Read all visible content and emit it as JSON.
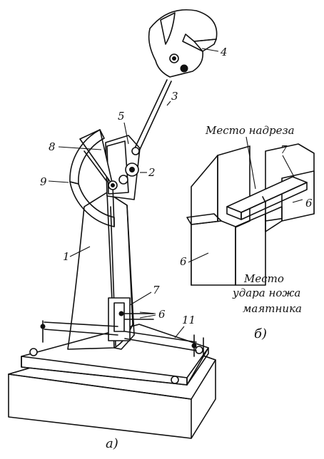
{
  "figure_a": {
    "part_labels": [
      "1",
      "2",
      "3",
      "4",
      "5",
      "6",
      "7",
      "8",
      "9",
      "11"
    ],
    "caption": "а)"
  },
  "figure_b": {
    "notch_label": "Место надреза",
    "impact_label_line1": "Место",
    "impact_label_line2": "удара ножа",
    "impact_label_line3": "маятника",
    "part_labels": [
      "7",
      "6",
      "6"
    ],
    "caption": "б)"
  }
}
